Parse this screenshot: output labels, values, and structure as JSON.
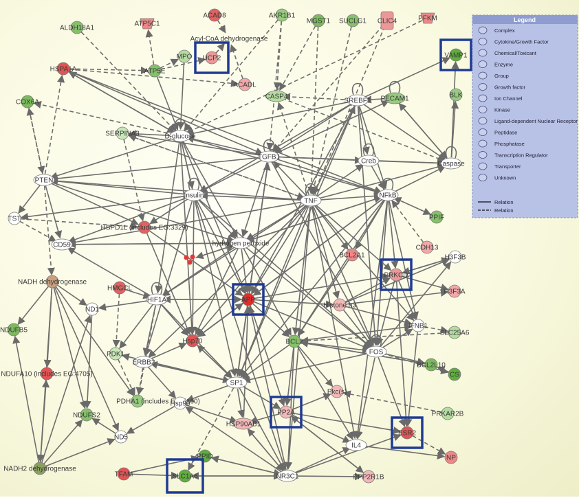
{
  "legend": {
    "title": "Legend",
    "items": [
      {
        "icon": "complex-icon",
        "label": "Complex"
      },
      {
        "icon": "cytokine-growth-factor-icon",
        "label": "Cytokine/Growth Factor"
      },
      {
        "icon": "chemical-toxicant-icon",
        "label": "Chemical/Toxicant"
      },
      {
        "icon": "enzyme-icon",
        "label": "Enzyme"
      },
      {
        "icon": "group-icon",
        "label": "Group"
      },
      {
        "icon": "growth-factor-icon",
        "label": "Growth factor"
      },
      {
        "icon": "ion-channel-icon",
        "label": "Ion Channel"
      },
      {
        "icon": "kinase-icon",
        "label": "Kinase"
      },
      {
        "icon": "ligand-dependent-nuclear-receptor-icon",
        "label": "Ligand-dependent Nuclear Receptor"
      },
      {
        "icon": "peptidase-icon",
        "label": "Peptidase"
      },
      {
        "icon": "phosphatase-icon",
        "label": "Phosphatase"
      },
      {
        "icon": "transcription-regulator-icon",
        "label": "Transcription Regulator"
      },
      {
        "icon": "transporter-icon",
        "label": "Transporter"
      },
      {
        "icon": "unknown-icon",
        "label": "Unknown"
      }
    ],
    "relations": [
      {
        "style": "solid",
        "label": "Relation"
      },
      {
        "style": "dashed",
        "label": "Relation"
      }
    ]
  },
  "nodes": [
    {
      "id": "aldh18a1",
      "label": "ALDH18A1",
      "color": "#86c06a"
    },
    {
      "id": "atp5c1",
      "label": "ATP5C1",
      "color": "#ec8888"
    },
    {
      "id": "acad8",
      "label": "ACAD8",
      "color": "#e06262"
    },
    {
      "id": "akr1b1",
      "label": "AKR1B1",
      "color": "#98ca80"
    },
    {
      "id": "mgst1",
      "label": "MGST1",
      "color": "#7cba5e"
    },
    {
      "id": "suclg1",
      "label": "SUCLG1",
      "color": "#86c06a"
    },
    {
      "id": "clic4",
      "label": "CLIC4",
      "color": "#ec9898"
    },
    {
      "id": "pfkm",
      "label": "PFKM",
      "color": "#ec8888"
    },
    {
      "id": "acyl",
      "label": "Acyl-CoA dehydrogenase",
      "color": "#ffffff"
    },
    {
      "id": "mpo",
      "label": "MPO",
      "color": "#b4dca0"
    },
    {
      "id": "ucp2",
      "label": "UCP2",
      "color": "#ec9898"
    },
    {
      "id": "vamp1",
      "label": "VAMP1",
      "color": "#5fae3c"
    },
    {
      "id": "hspa1a",
      "label": "HSPA1A",
      "color": "#e05454"
    },
    {
      "id": "atp5e",
      "label": "ATP5E",
      "color": "#86c06a"
    },
    {
      "id": "acadl",
      "label": "ACADL",
      "color": "#f2a8a8"
    },
    {
      "id": "casp4",
      "label": "CASP4",
      "color": "#b4dca0"
    },
    {
      "id": "srebf1",
      "label": "SREBF1",
      "color": "#ffffff"
    },
    {
      "id": "pecam1",
      "label": "PECAM1",
      "color": "#98ca80"
    },
    {
      "id": "blk",
      "label": "BLK",
      "color": "#98ca80"
    },
    {
      "id": "cox6a",
      "label": "COX6A",
      "color": "#7cba5e"
    },
    {
      "id": "serpina3",
      "label": "SERPINA3",
      "color": "#c8e6b8"
    },
    {
      "id": "dglucose",
      "label": "D-glucose",
      "color": "#ffffff"
    },
    {
      "id": "tgfb1",
      "label": "TGFB1",
      "color": "#ffffff"
    },
    {
      "id": "creb",
      "label": "Creb",
      "color": "#ffffff"
    },
    {
      "id": "caspase",
      "label": "Caspase",
      "color": "#ffffff"
    },
    {
      "id": "pten",
      "label": "PTEN",
      "color": "#ffffff"
    },
    {
      "id": "insulin",
      "label": "Insulin",
      "color": "#ffffff"
    },
    {
      "id": "tnf",
      "label": "TNF",
      "color": "#ffffff"
    },
    {
      "id": "nfkb",
      "label": "NFkB",
      "color": "#ffffff"
    },
    {
      "id": "tst",
      "label": "TST",
      "color": "#ffffff"
    },
    {
      "id": "hspd1l",
      "label": "HSPD1L (includes EG:3329)",
      "color": "#e06262"
    },
    {
      "id": "ppif",
      "label": "PPIF",
      "color": "#86c06a"
    },
    {
      "id": "cd59",
      "label": "CD59",
      "color": "#ffffff"
    },
    {
      "id": "h2o2",
      "label": "hydrogen peroxide",
      "color": "#ffffff"
    },
    {
      "id": "cdh13",
      "label": "CDH13",
      "color": "#f2a8a8"
    },
    {
      "id": "fe",
      "label": "",
      "color": "#e03a3a"
    },
    {
      "id": "bcl2a1",
      "label": "BCL2A1",
      "color": "#ec8888"
    },
    {
      "id": "h3f3b",
      "label": "H3F3B",
      "color": "#ffffff"
    },
    {
      "id": "nadhdh",
      "label": "NADH dehydrogenase",
      "color": "#c8a080"
    },
    {
      "id": "hmgcl",
      "label": "HMGCL",
      "color": "#e06262"
    },
    {
      "id": "prkcd",
      "label": "PRKCD",
      "color": "#ec9898"
    },
    {
      "id": "h3f3a",
      "label": "H3F3A",
      "color": "#f2a8a8"
    },
    {
      "id": "nd1",
      "label": "ND1",
      "color": "#ffffff"
    },
    {
      "id": "hif1a",
      "label": "HIF1A",
      "color": "#ffffff"
    },
    {
      "id": "app",
      "label": "APP",
      "color": "#dc2f2f"
    },
    {
      "id": "histoneh3",
      "label": "Histone h3",
      "color": "#f2b8b8"
    },
    {
      "id": "ifnb1",
      "label": "IFNB1",
      "color": "#ffffff"
    },
    {
      "id": "ndufb5",
      "label": "NDUFB5",
      "color": "#7cba5e"
    },
    {
      "id": "hsp70",
      "label": "Hsp70",
      "color": "#e05454"
    },
    {
      "id": "bcl2",
      "label": "BCL2",
      "color": "#86c06a"
    },
    {
      "id": "slc25a6",
      "label": "SLC25A6",
      "color": "#b4dca0"
    },
    {
      "id": "pdk1",
      "label": "PDK1",
      "color": "#c8e6b8"
    },
    {
      "id": "erbb2",
      "label": "ERBB2",
      "color": "#ffffff"
    },
    {
      "id": "fos",
      "label": "FOS",
      "color": "#ffffff"
    },
    {
      "id": "bcl2l10",
      "label": "BCL2L10",
      "color": "#7cba5e"
    },
    {
      "id": "ndufa10",
      "label": "NDUFA10 (includes EG:4705)",
      "color": "#e05454"
    },
    {
      "id": "cs",
      "label": "CS",
      "color": "#5fae3c"
    },
    {
      "id": "sp1",
      "label": "SP1",
      "color": "#ffffff"
    },
    {
      "id": "pkcs",
      "label": "Pkc(s)",
      "color": "#f2b8b8"
    },
    {
      "id": "pdha1",
      "label": "PDHA1 (includes EG:5160)",
      "color": "#98ca80"
    },
    {
      "id": "hsp90",
      "label": "Hsp90",
      "color": "#ffffff"
    },
    {
      "id": "ndufs2",
      "label": "NDUFS2",
      "color": "#86c06a"
    },
    {
      "id": "pp2a",
      "label": "PP2A",
      "color": "#f2b8b8"
    },
    {
      "id": "prkar2b",
      "label": "PRKAR2B",
      "color": "#b4dca0"
    },
    {
      "id": "hsp90ab1",
      "label": "HSP90AB1",
      "color": "#f2b8b8"
    },
    {
      "id": "esr2",
      "label": "ESR2",
      "color": "#e05454"
    },
    {
      "id": "nd5",
      "label": "ND5",
      "color": "#ffffff"
    },
    {
      "id": "il4",
      "label": "IL4",
      "color": "#ffffff"
    },
    {
      "id": "ppid",
      "label": "PPID",
      "color": "#5fae3c"
    },
    {
      "id": "np",
      "label": "NP",
      "color": "#ec8888"
    },
    {
      "id": "nadh2dh",
      "label": "NADH2 dehydrogenase",
      "color": "#8aa060"
    },
    {
      "id": "tfam",
      "label": "TFAM",
      "color": "#e05454"
    },
    {
      "id": "slc1a6",
      "label": "SLC1A6",
      "color": "#5fae3c"
    },
    {
      "id": "nr3c1",
      "label": "NR3C1",
      "color": "#ffffff"
    },
    {
      "id": "ppp2r1b",
      "label": "PPP2R1B",
      "color": "#f2b8b8"
    }
  ]
}
